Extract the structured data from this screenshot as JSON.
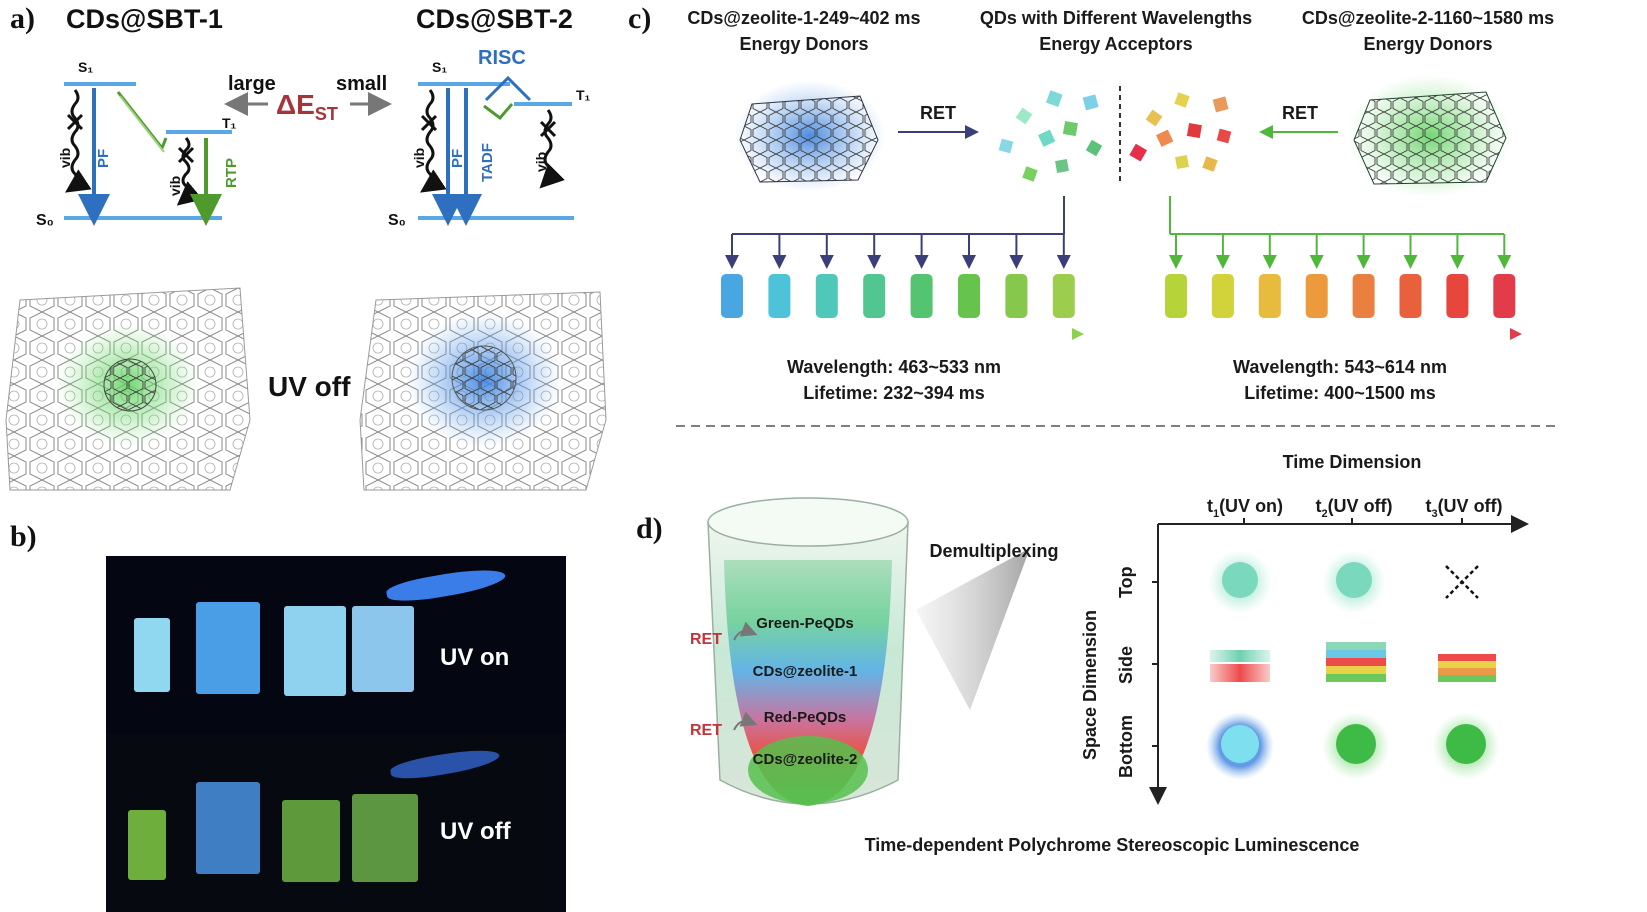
{
  "panel_labels": {
    "a": "a)",
    "b": "b)",
    "c": "c)",
    "d": "d)"
  },
  "panel_a": {
    "title_left": "CDs@SBT-1",
    "title_right": "CDs@SBT-2",
    "large": "large",
    "small": "small",
    "delta_main": "ΔE",
    "delta_sub": "ST",
    "s1": "S₁",
    "s0": "S₀",
    "t1": "T₁",
    "vib": "vib",
    "pf": "PF",
    "rtp": "RTP",
    "tadf": "TADF",
    "risc": "RISC",
    "uv_off": "UV off"
  },
  "panel_b": {
    "uv_on": "UV on",
    "uv_off": "UV off"
  },
  "panel_c": {
    "left_title": "CDs@zeolite-1-249~402 ms",
    "left_sub": "Energy Donors",
    "mid_title": "QDs with Different Wavelengths",
    "mid_sub": "Energy Acceptors",
    "right_title": "CDs@zeolite-2-1160~1580 ms",
    "right_sub": "Energy Donors",
    "ret": "RET",
    "left_wavelength": "Wavelength: 463~533 nm",
    "left_lifetime": "Lifetime: 232~394 ms",
    "right_wavelength": "Wavelength: 543~614 nm",
    "right_lifetime": "Lifetime: 400~1500 ms",
    "left_colors": [
      "#4aa6e0",
      "#4cc3d8",
      "#4ec8b8",
      "#52c690",
      "#55c470",
      "#66c44c",
      "#86c84c",
      "#9ccd4c"
    ],
    "right_colors": [
      "#b6d43a",
      "#d2d23a",
      "#e6bb3e",
      "#ec9a3c",
      "#ea8040",
      "#e8603c",
      "#e6463c",
      "#e23c4a"
    ]
  },
  "panel_d": {
    "demultiplexing": "Demultiplexing",
    "ret": "RET",
    "layers": [
      "Green-PeQDs",
      "CDs@zeolite-1",
      "Red-PeQDs",
      "CDs@zeolite-2"
    ],
    "time_dimension": "Time Dimension",
    "t1_main": "t",
    "t1_sub": "1",
    "t1_rest": "(UV on)",
    "t2_main": "t",
    "t2_sub": "2",
    "t2_rest": "(UV off)",
    "t3_main": "t",
    "t3_sub": "3",
    "t3_rest": "(UV off)",
    "space_dimension": "Space Dimension",
    "rows": [
      "Top",
      "Side",
      "Bottom"
    ],
    "caption": "Time-dependent Polychrome Stereoscopic Luminescence"
  }
}
